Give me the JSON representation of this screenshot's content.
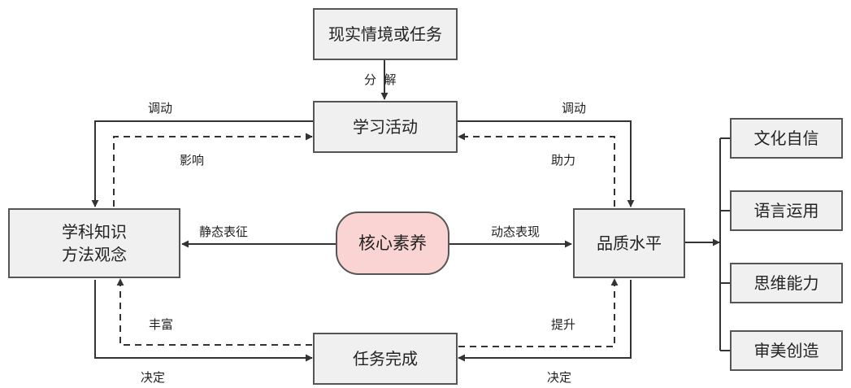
{
  "nodes": {
    "task_scenario": "现实情境或任务",
    "learning_activity": "学习活动",
    "knowledge_line1": "学科知识",
    "knowledge_line2": "方法观念",
    "core_literacy": "核心素养",
    "quality_level": "品质水平",
    "task_completion": "任务完成"
  },
  "outcomes": [
    "文化自信",
    "语言运用",
    "思维能力",
    "审美创造"
  ],
  "edge_labels": {
    "decompose": "分  解",
    "mobilize_left": "调动",
    "mobilize_right": "调动",
    "influence": "影响",
    "assist": "助力",
    "static_form": "静态表征",
    "dynamic_form": "动态表现",
    "enrich": "丰富",
    "enhance": "提升",
    "determine_left": "决定",
    "determine_right": "决定"
  },
  "colors": {
    "box_fill": "#f0f0f0",
    "core_fill": "#f9d4d2",
    "line": "#333333"
  }
}
